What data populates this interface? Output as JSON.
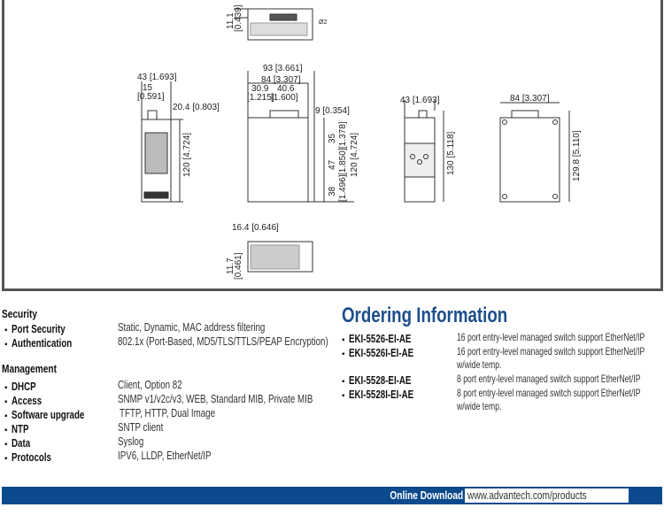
{
  "drawing": {
    "top_view": {
      "dim_h": "11.1",
      "dim_h_in": "[0.439]",
      "hole": "Ø2"
    },
    "front_view": {
      "width": "43 [1.693]",
      "conn": "15",
      "conn_in": "[0.591]",
      "conn_h": "20.4 [0.803]",
      "height": "120 [4.724]"
    },
    "side_view": {
      "width": "93 [3.661]",
      "body": "84 [3.307]",
      "a": "30.9",
      "b": "40.6",
      "a_in": "[1.215]",
      "b_in": "[1.600]",
      "top": "9 [0.354]",
      "d1": "35",
      "d1_in": "[1.378]",
      "d2": "47",
      "d2_in": "[1.850]",
      "d3": "38",
      "d3_in": "[1.496]",
      "height": "120 [4.724]"
    },
    "bottom_view": {
      "width": "16.4 [0.646]",
      "h": "11.7",
      "h_in": "[0.461]"
    },
    "rear_view": {
      "width": "43 [1.693]",
      "height": "130 [5.118]"
    },
    "side2_view": {
      "width": "84 [3.307]",
      "height": "129.8 [5.110]"
    }
  },
  "security": {
    "title": "Security",
    "items": [
      {
        "label": "Port Security",
        "value": "Static, Dynamic, MAC address filtering"
      },
      {
        "label": "Authentication",
        "value": "802.1x (Port-Based, MD5/TLS/TTLS/PEAP Encryption)"
      }
    ]
  },
  "management": {
    "title": "Management",
    "items": [
      {
        "label": "DHCP",
        "value": "Client, Option 82"
      },
      {
        "label": "Access",
        "value": "SNMP v1/v2c/v3, WEB, Standard MIB, Private MIB"
      },
      {
        "label": "Software upgrade",
        "value": "TFTP, HTTP, Dual Image"
      },
      {
        "label": "NTP",
        "value": "SNTP client"
      },
      {
        "label": "Data",
        "value": "Syslog"
      },
      {
        "label": "Protocols",
        "value": "IPV6, LLDP, EtherNet/IP"
      }
    ]
  },
  "ordering": {
    "title": "Ordering Information",
    "items": [
      {
        "model": "EKI-5526-EI-AE",
        "desc": "16 port entry-level managed switch support EtherNet/IP",
        "desc2": ""
      },
      {
        "model": "EKI-5526I-EI-AE",
        "desc": "16 port entry-level managed switch support EtherNet/IP",
        "desc2": "w/wide temp."
      },
      {
        "model": "EKI-5528-EI-AE",
        "desc": "8 port entry-level managed switch support EtherNet/IP",
        "desc2": ""
      },
      {
        "model": "EKI-5528I-EI-AE",
        "desc": "8 port entry-level managed switch support EtherNet/IP",
        "desc2": "w/wide temp."
      }
    ]
  },
  "footer": {
    "label": "Online Download",
    "url": "www.advantech.com/products",
    "color": "#0b4a8c"
  },
  "bullet": "▪"
}
